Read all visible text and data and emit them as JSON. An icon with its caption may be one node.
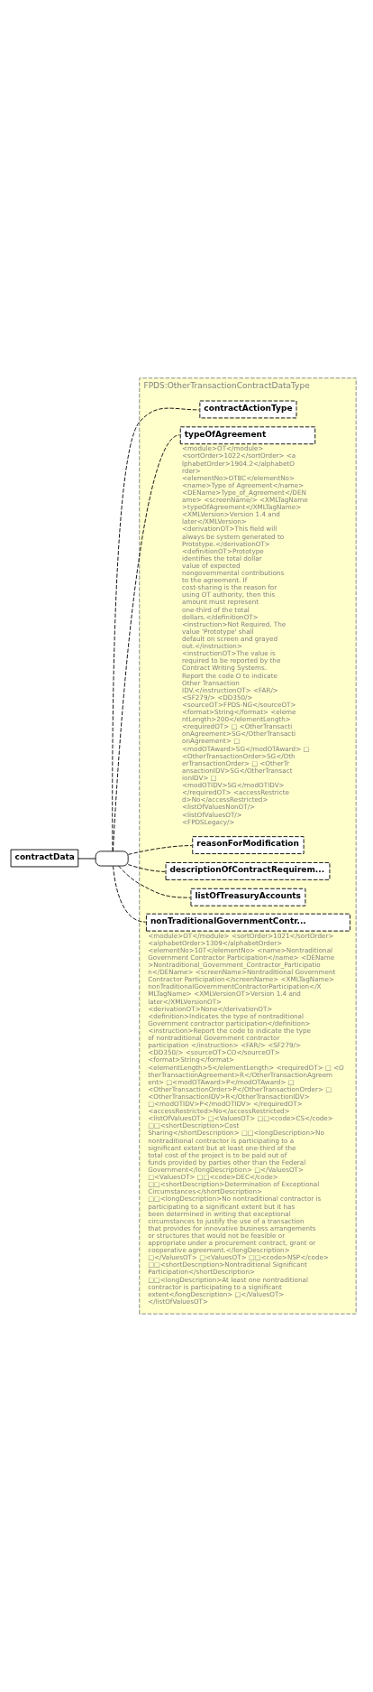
{
  "diagram": {
    "nodes": [
      {
        "text": [
          "contractData"
        ]
      },
      {
        "text": [],
        "shape": "box"
      },
      {
        "text": [
          "FPDS:OtherTransactionContractDataType"
        ]
      },
      {
        "text": [
          "contractActionType"
        ],
        "in": 2
      },
      {
        "text": [
          "typeOfAgreement"
        ],
        "in": 2,
        "beside": [
          "<module>OT</module> <sortOrder>1022</sortOrder> <alphabetOrder>1904.2</alphabetOrder> <elementNo>OT8C</elementNo> <name>Type of Agreement</name> <DEName>Type_of_Agreement</DEName> <screenName/> <XMLTagName>typeOfAgreement</XMLTagName> <XMLVersion>Version 1.4 and later</XMLVersion> <derivationOT>This field will always be system generated to Prototype.</derivationOT> <definitionOT>Prototype identifies the total dollar value of expected nongovernmental contributions to the agreement. If cost-sharing is the reason for using OT authority, then this amount must represent one-third of the total dollars.</definitionOT> <instruction>Not Required. The value 'Prototype' shall default on screen and grayed out.</instruction> <instructionOT>The value is required to be reported by the Contract Writing Systems. Report the code O to indicate Other Transaction IDV.</instructionOT> <FAR/> <SF279/> <DD350/> <sourceOT>FPDS-NG</sourceOT> <format>String</format> <elementLength>200</elementLength> <requiredOT> □ <OtherTransactionAgreement>SG</OtherTransactionAgreement> □ <modOTAward>SG</modOTAward> □ <OtherTransactionOrder>SG</OtherTransactionOrder> □ <OtherTransactionIDV>SG</OtherTransactionIDV> □ <modOTIDV>SG</modOTIDV> </requiredOT> <accessRestricted>No</accessRestricted> <listOfValuesNonOT/> <listOfValuesOT/> <FPDSLegacy/>"
        ]
      },
      {
        "text": [
          "reasonForModification"
        ],
        "in": 2
      },
      {
        "text": [
          "descriptionOfContractRequirem..."
        ],
        "in": 2
      },
      {
        "text": [
          "listOfTreasuryAccounts"
        ],
        "in": 2
      },
      {
        "text": [
          "nonTraditionalGovernmentContr..."
        ],
        "in": 2,
        "beside": [
          "<module>OT</module> <sortOrder>1021</sortOrder> <alphabetOrder>1309</alphabetOrder> <elementNo>10T</elementNo> <name>Nontraditional Government Contractor Participation</name> <DEName>Nontraditional_Government_Contractor_Participation</DEName> <screenName>Nontraditional Government Contractor Participation</screenName> <XMLTagName>nonTraditionalGovernmentContractorParticipation</XMLTagName> <XMLVersionOT>Version 1.4 and later</XMLVersionOT> <derivationOT>None</derivationOT> <definition>Indicates the type of nontraditional Government contractor participation</definition> <instruction>Report the code to indicate the type of nontraditional Government contractor participation </instruction> <FAR/> <SF279/> <DD350/> <sourceOT>CO</sourceOT> <format>String</format> <elementLength>5</elementLength> <requiredOT> □ <OtherTransactionAgreement>R</OtherTransactionAgreement> □<modOTAward>P</modOTAward> □ <OtherTransactionOrder>P</OtherTransactionOrder> □ <OtherTransactionIDV>R</OtherTransactionIDV> □<modOTIDV>P</modOTIDV> </requiredOT> <accessRestricted>No</accessRestricted> <listOfValuesOT> □<ValuesOT> □□<code>CS</code> □□<shortDescription>Cost Sharing</shortDescription> □□<longDescription>No nontraditional contractor is participating to a significant extent but at least one-third of the total cost of the project is to be paid out of funds provided by parties other than the Federal Government</longDescription> □</ValuesOT> □<ValuesOT> □□<code>DEC</code> □□<shortDescription>Determination of Exceptional Circumstances</shortDescription> □□<longDescription>No nontraditional contractor is participating to a significant extent but it has been determined in writing that exceptional circumstances to justify the use of a transaction that provides for innovative business arrangements or structures that would not be feasible or appropriate under a procurement contract, grant or cooperative agreement.</longDescription> □</ValuesOT> □<ValuesOT> □□<code>NSP</code> □□<shortDescription>Nontraditional Significant Participation</shortDescription> □□<longDescription>At least one nontraditional contractor is participating to a significant extent</longDescription> □</ValuesOT> </listOfValuesOT>"
        ]
      }
    ],
    "edges": [
      {
        "from": 0,
        "to": 1,
        "arrow": "none"
      },
      {
        "from": 1,
        "to": 3,
        "arrow": "none",
        "style": "dashed"
      },
      {
        "from": 1,
        "to": 4,
        "arrow": "none",
        "style": "dashed"
      },
      {
        "from": 1,
        "to": 5,
        "arrow": "none",
        "style": "dashed"
      },
      {
        "from": 1,
        "to": 6,
        "arrow": "none",
        "style": "dashed"
      },
      {
        "from": 1,
        "to": 7,
        "arrow": "none",
        "style": "dashed"
      },
      {
        "from": 1,
        "to": 8,
        "arrow": "none",
        "style": "dashed"
      }
    ]
  }
}
